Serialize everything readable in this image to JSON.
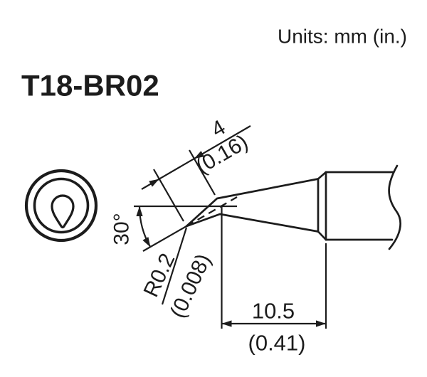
{
  "page": {
    "units_label": "Units: mm (in.)",
    "title": "T18-BR02"
  },
  "dimensions": {
    "tip_length_mm": "4",
    "tip_length_in": "(0.16)",
    "bend_angle": "30°",
    "tip_radius_mm": "R0.2",
    "tip_radius_in": "(0.008)",
    "tip_to_shank_mm": "10.5",
    "tip_to_shank_in": "(0.41)"
  },
  "colors": {
    "line": "#1c1c1c",
    "background": "#ffffff"
  }
}
